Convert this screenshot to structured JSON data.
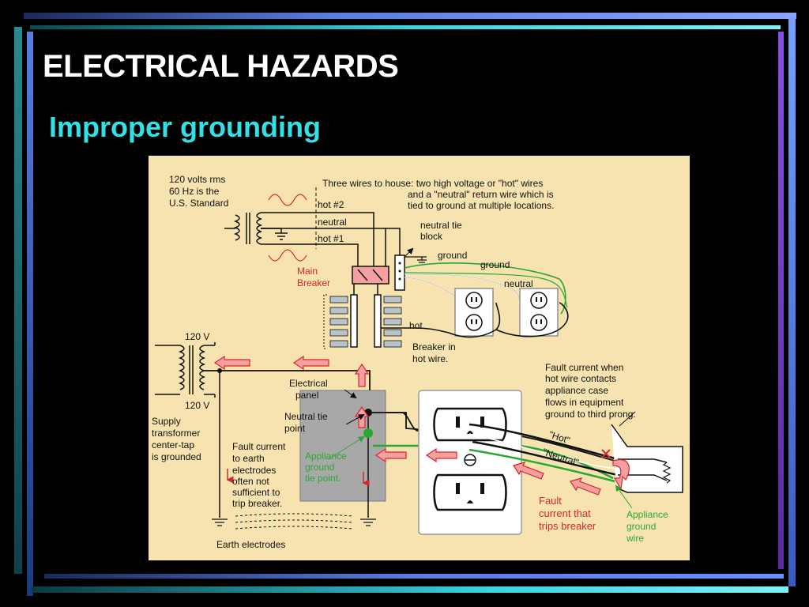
{
  "slide": {
    "title": "ELECTRICAL HAZARDS",
    "subtitle": "Improper grounding"
  },
  "colors": {
    "background": "#000000",
    "subtitle": "#33e0e6",
    "diagram_bg": "#f6e3b0",
    "accent_blue": "#5a7de0",
    "accent_cyan": "#39d3e0",
    "accent_purple": "#8a4de8",
    "hot_wire": "#000000",
    "ground_wire": "#2aa833",
    "fault_arrow": "#f4a0a0"
  },
  "diagram": {
    "std_1": "120 volts rms",
    "std_2": "60 Hz is the",
    "std_3": "U.S. Standard",
    "wires_1": "Three wires to house: two high voltage or \"hot\" wires",
    "wires_2": "and a \"neutral\" return wire which is",
    "wires_3": "tied to ground at multiple locations.",
    "hot2": "hot #2",
    "neutral": "neutral",
    "hot1": "hot #1",
    "tie_block_1": "neutral tie",
    "tie_block_2": "block",
    "ground1": "ground",
    "ground2": "ground",
    "neutral2": "neutral",
    "main_breaker_1": "Main",
    "main_breaker_2": "Breaker",
    "hot": "hot",
    "breaker_hot_1": "Breaker in",
    "breaker_hot_2": "hot wire.",
    "v_top": "120 V",
    "v_bottom": "120 V",
    "panel_1": "Electrical",
    "panel_2": "panel",
    "tie_point_1": "Neutral tie",
    "tie_point_2": "point",
    "app_gnd_tie_1": "Appliance",
    "app_gnd_tie_2": "ground",
    "app_gnd_tie_3": "tie point.",
    "supply_1": "Supply",
    "supply_2": "transformer",
    "supply_3": "center-tap",
    "supply_4": "is grounded",
    "fault_earth_1": "Fault current",
    "fault_earth_2": "to earth",
    "fault_earth_3": "electrodes",
    "fault_earth_4": "often not",
    "fault_earth_5": "sufficient to",
    "fault_earth_6": "trip breaker.",
    "earth_electrodes": "Earth electrodes",
    "fault_when_1": "Fault current when",
    "fault_when_2": "hot wire contacts",
    "fault_when_3": "appliance case",
    "fault_when_4": "flows in equipment",
    "fault_when_5": "ground to third prong.",
    "hot_q": "\"Hot\"",
    "neutral_q": "\"Neutral\"",
    "fault_trip_1": "Fault",
    "fault_trip_2": "current that",
    "fault_trip_3": "trips breaker",
    "app_gnd_wire_1": "Appliance",
    "app_gnd_wire_2": "ground",
    "app_gnd_wire_3": "wire"
  }
}
